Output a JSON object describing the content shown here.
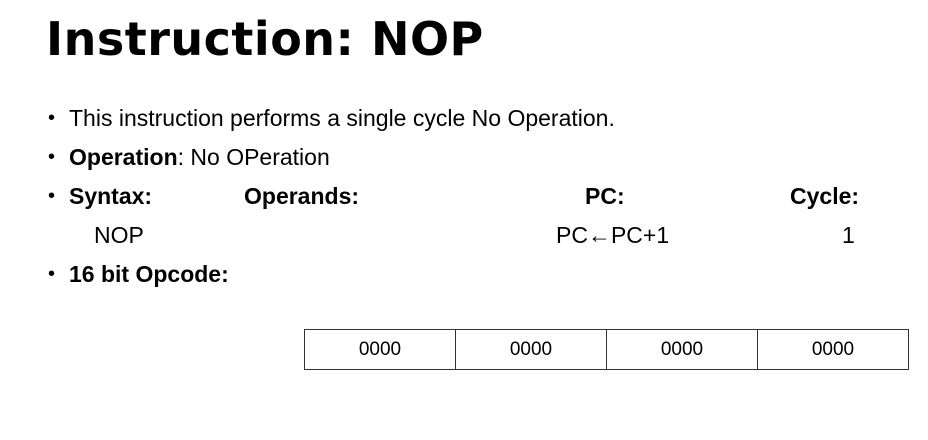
{
  "slide": {
    "title": "Instruction: NOP",
    "bullet_char": "•",
    "bullets": {
      "description": "This instruction performs a single cycle No Operation.",
      "operation_label": "Operation",
      "operation_value": ":  No OPeration",
      "syntax_label": "Syntax:",
      "operands_label": "Operands:",
      "pc_label": "PC:",
      "cycle_label": "Cycle:",
      "syntax_value": "NOP",
      "pc_value": "PC←PC+1",
      "cycle_value": "1",
      "opcode_label": "16 bit Opcode:"
    },
    "opcode": [
      "0000",
      "0000",
      "0000",
      "0000"
    ]
  }
}
